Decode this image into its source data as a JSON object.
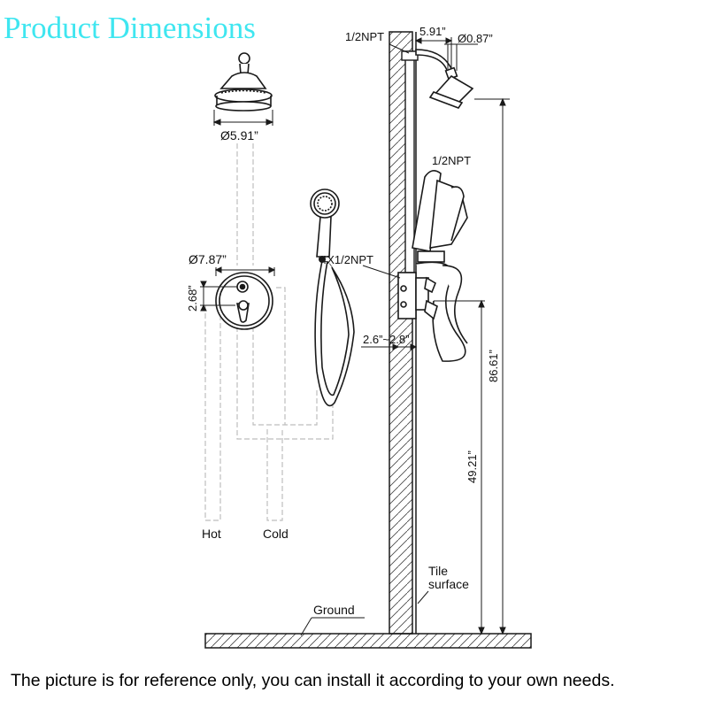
{
  "title": "Product Dimensions",
  "caption": "The picture is for reference only, you can install it according to your own needs.",
  "colors": {
    "title": "#3fe6f0",
    "line": "#1a1a1a",
    "pipe": "#c8c8c8"
  },
  "labels": {
    "npt_top": "1/2NPT",
    "arm_length": "5.91”",
    "arm_diameter": "Ø0.87”",
    "head_diameter": "Ø5.91”",
    "npt_mid": "1/2NPT",
    "plate_diameter": "Ø7.87”",
    "outlets": "4X1/2NPT",
    "valve_offset": "2.68”",
    "wall_depth": "2.6”~2.8”",
    "height_total": "86.61”",
    "height_valve": "49.21”",
    "hot": "Hot",
    "cold": "Cold",
    "tile_surface_line1": "Tile",
    "tile_surface_line2": "surface",
    "ground": "Ground"
  }
}
